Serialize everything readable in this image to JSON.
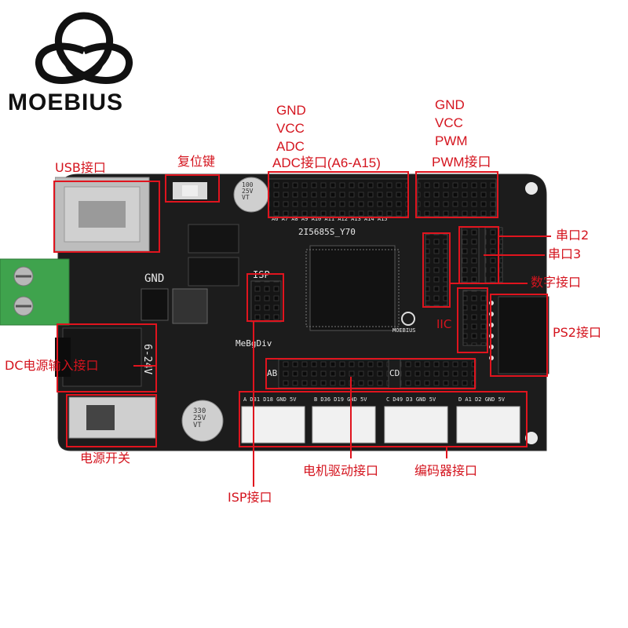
{
  "brand": {
    "name": "MOEBIUS",
    "logo_icon": "trefoil-icon"
  },
  "labels": {
    "usb": "USB接口",
    "reset": "复位键",
    "adc_gnd": "GND",
    "adc_vcc": "VCC",
    "adc_adc": "ADC",
    "adc_port": "ADC接口(A6-A15)",
    "pwm_gnd": "GND",
    "pwm_vcc": "VCC",
    "pwm_pwm": "PWM",
    "pwm_port": "PWM接口",
    "serial2": "串口2",
    "serial3": "串口3",
    "digital": "数字接口",
    "iic": "IIC",
    "ps2": "PS2接口",
    "dc_input": "DC电源输入接口",
    "power_switch": "电源开关",
    "isp": "ISP接口",
    "motor_drive": "电机驱动接口",
    "encoder": "编码器接口"
  },
  "silkscreen": {
    "gnd": "GND",
    "isp": "ISP",
    "board_name": "MeBgDiv",
    "chip_text": "2I5685S_Y70",
    "volt": "6-24V",
    "moebius_small": "MOEBIUS",
    "cap1": "100\n25V\nVT",
    "cap2": "330\n25V\nVT",
    "adc_pins": "A6  A7  A8  A9  A10 A11 A12 A13 A14 A15",
    "motor_a": "A  D31 D18 GND 5V",
    "motor_b": "B  D36 D19 GND 5V",
    "motor_c": "C  D49 D3  GND 5V",
    "motor_d": "D  A1  D2  GND 5V",
    "ab": "AB",
    "cd": "CD"
  },
  "colors": {
    "annotation": "#e0141e",
    "board": "#1b1b1b",
    "terminal": "#3fa34d"
  }
}
